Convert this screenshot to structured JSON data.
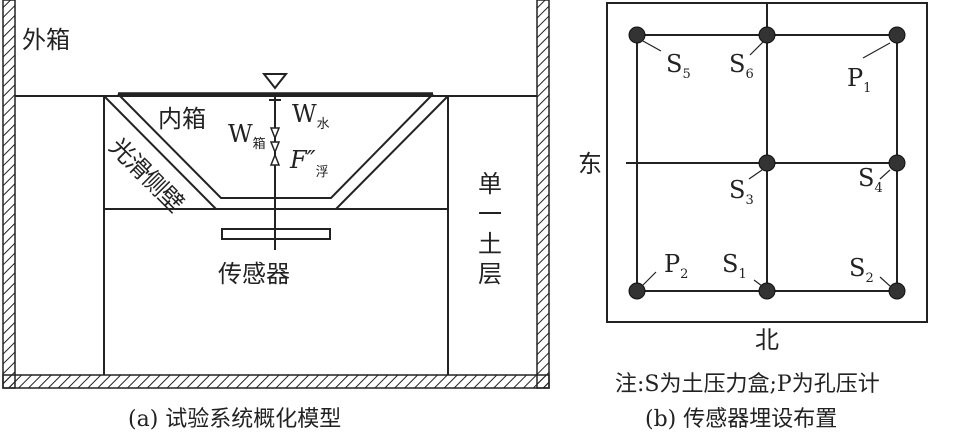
{
  "figure_a": {
    "outer_box": "外箱",
    "inner_box": "内箱",
    "w_water": {
      "main": "W",
      "sub": "水"
    },
    "w_box": {
      "main": "W",
      "sub": "箱"
    },
    "f_buoy": {
      "main": "F″",
      "sub": "浮"
    },
    "smooth_wall": "光滑侧壁",
    "sensor": "传感器",
    "soil_layer": [
      "单",
      "一",
      "土",
      "层"
    ],
    "caption": "(a) 试验系统概化模型"
  },
  "figure_b": {
    "east": "东",
    "north": "北",
    "sensors": [
      {
        "id": "S5",
        "main": "S",
        "sub": "5"
      },
      {
        "id": "S6",
        "main": "S",
        "sub": "6"
      },
      {
        "id": "P1",
        "main": "P",
        "sub": "1"
      },
      {
        "id": "S3",
        "main": "S",
        "sub": "3"
      },
      {
        "id": "S4",
        "main": "S",
        "sub": "4"
      },
      {
        "id": "P2",
        "main": "P",
        "sub": "2"
      },
      {
        "id": "S1",
        "main": "S",
        "sub": "1"
      },
      {
        "id": "S2",
        "main": "S",
        "sub": "2"
      }
    ],
    "note": "注:S为土压力盒;P为孔压计",
    "caption": "(b) 传感器埋设布置"
  }
}
